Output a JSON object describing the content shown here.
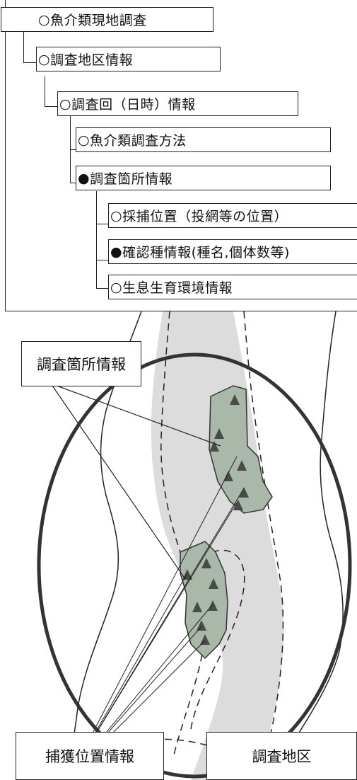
{
  "hierarchy": {
    "root": {
      "label": "魚介類現地調査",
      "marker": "○"
    },
    "survey_area": {
      "label": "調査地区情報",
      "marker": "○"
    },
    "survey_round": {
      "label": "調査回（日時）情報",
      "marker": "○"
    },
    "survey_method": {
      "label": "魚介類調査方法",
      "marker": "○"
    },
    "survey_site": {
      "label": "調査箇所情報",
      "marker": "●"
    },
    "capture_position": {
      "label": "採捕位置（投網等の位置）",
      "marker": "○"
    },
    "species_info": {
      "label": "確認種情報(種名,個体数等)",
      "marker": "●"
    },
    "habitat_info": {
      "label": "生息生育環境情報",
      "marker": "○"
    }
  },
  "map": {
    "site_label": "調査箇所情報",
    "capture_label": "捕獲位置情報",
    "area_label": "調査地区"
  },
  "colors": {
    "river_band": "#dcdcdc",
    "site_polygon": "#a9b8a9",
    "triangle": "#4a4a4a",
    "ellipse": "#333333"
  }
}
